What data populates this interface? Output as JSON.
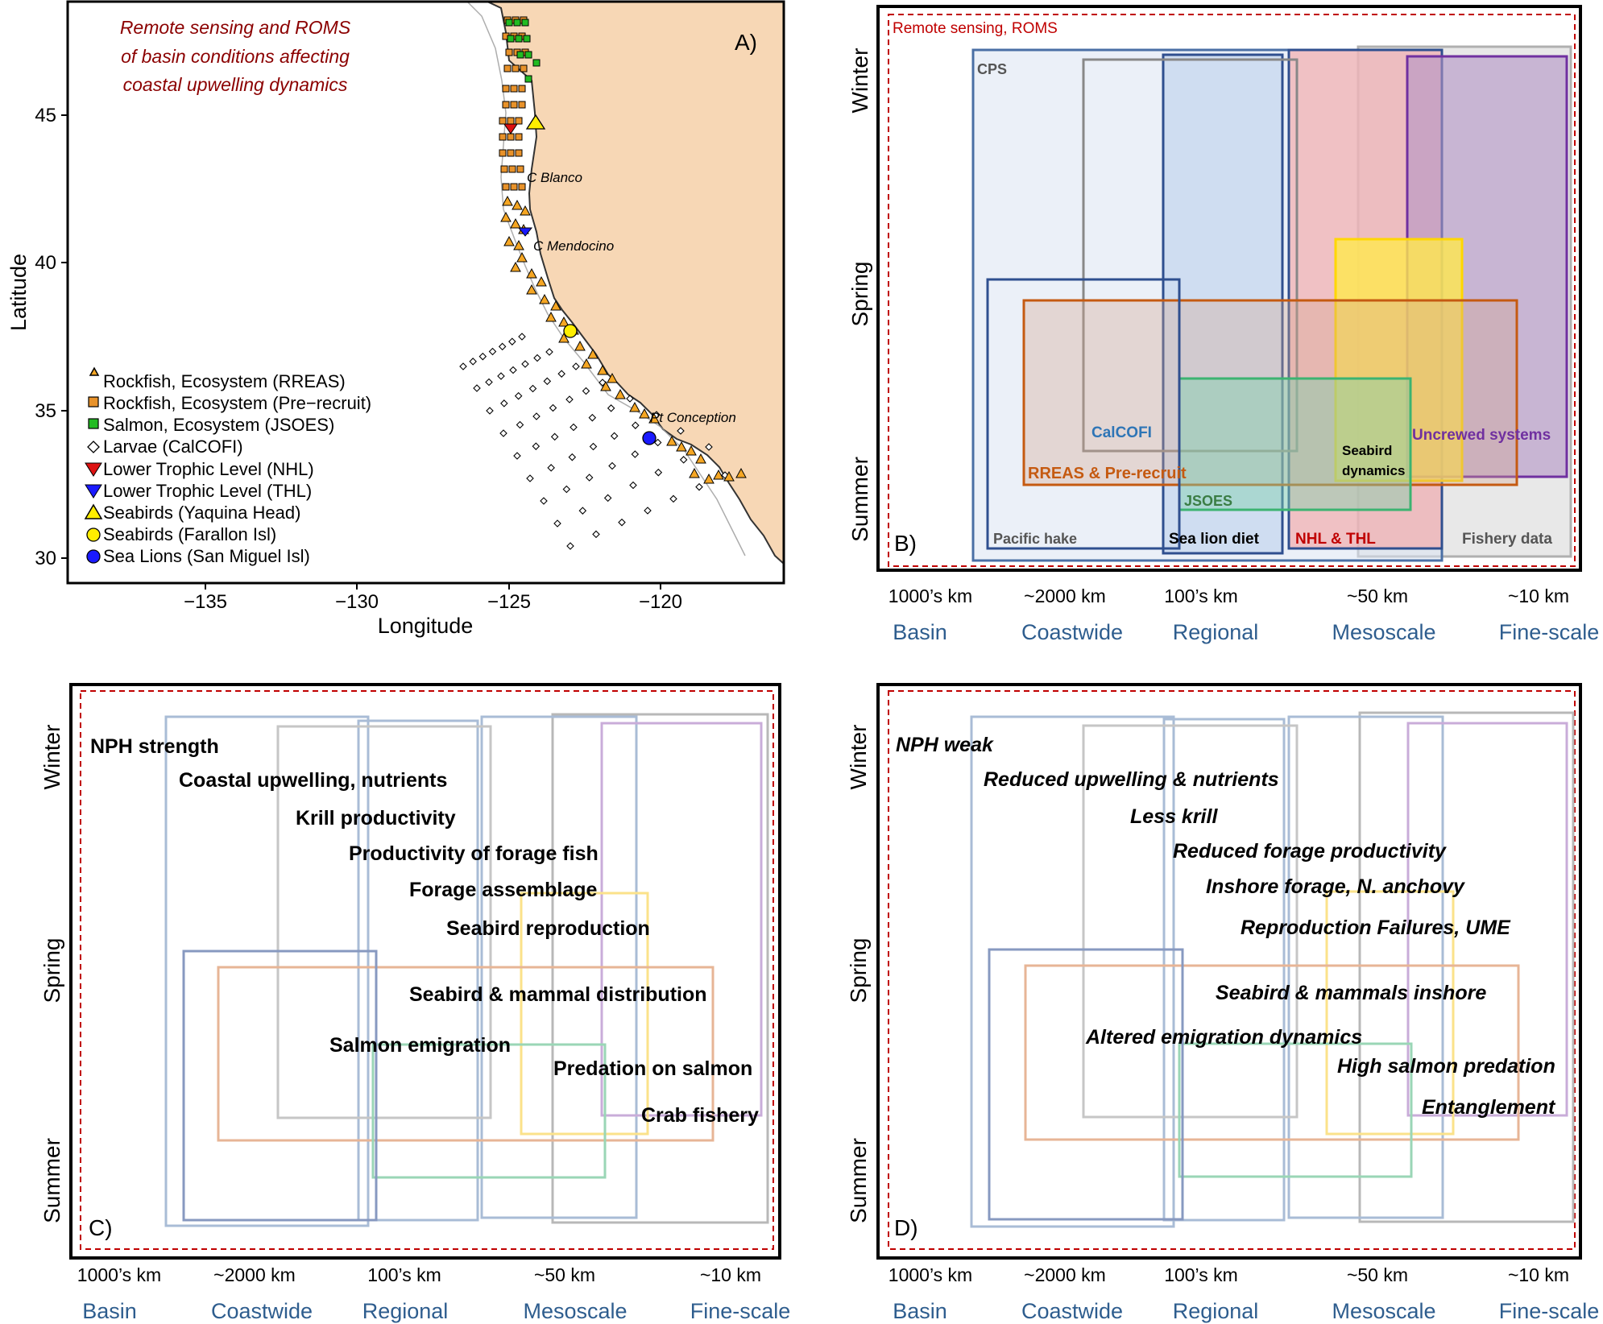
{
  "panel_a": {
    "label": "A)",
    "title_lines": [
      "Remote sensing and ROMS",
      "of basin conditions affecting",
      "coastal upwelling dynamics"
    ],
    "x_axis_label": "Longitude",
    "y_axis_label": "Latitude",
    "x_ticks": [
      "−135",
      "−130",
      "−125",
      "−120"
    ],
    "y_ticks": [
      "45",
      "40",
      "35",
      "30"
    ],
    "places": [
      "C Blanco",
      "C Mendocino",
      "Pt Conception"
    ],
    "legend": [
      {
        "label": "Rockfish, Ecosystem (RREAS)",
        "icon": "triangle-up-icon",
        "color": "#f5a623"
      },
      {
        "label": "Rockfish, Ecosystem (Pre−recruit)",
        "icon": "square-icon",
        "color": "#e8922a"
      },
      {
        "label": "Salmon, Ecosystem  (JSOES)",
        "icon": "square-icon",
        "color": "#22bb22"
      },
      {
        "label": "Larvae (CalCOFI)",
        "icon": "diamond-open-icon",
        "color": "#ffffff"
      },
      {
        "label": "Lower Trophic Level (NHL)",
        "icon": "triangle-down-icon",
        "color": "#dd1111"
      },
      {
        "label": "Lower Trophic Level (THL)",
        "icon": "triangle-down-icon",
        "color": "#1a1aff"
      },
      {
        "label": "Seabirds (Yaquina Head)",
        "icon": "triangle-up-icon",
        "color": "#ffee00"
      },
      {
        "label": "Seabirds (Farallon Isl)",
        "icon": "circle-icon",
        "color": "#ffee00"
      },
      {
        "label": "Sea Lions (San Miguel Isl)",
        "icon": "circle-icon",
        "color": "#1a1aff"
      }
    ],
    "colors": {
      "land": "#f7d7b5",
      "ocean": "#ffffff",
      "title": "#8b0000"
    }
  },
  "panel_b": {
    "label": "B)",
    "frame_label": "Remote sensing, ROMS",
    "programs": [
      "CPS",
      "CalCOFI",
      "Pacific hake",
      "RREAS & Pre-recruit",
      "JSOES",
      "Sea lion diet",
      "NHL & THL",
      "Seabird",
      "dynamics",
      "Uncrewed systems",
      "Fishery data"
    ]
  },
  "panel_c": {
    "label": "C)",
    "texts": [
      "NPH strength",
      "Coastal upwelling, nutrients",
      "Krill productivity",
      "Productivity of forage fish",
      "Forage assemblage",
      "Seabird reproduction",
      "Seabird & mammal distribution",
      "Salmon emigration",
      "Predation on salmon",
      "Crab fishery"
    ]
  },
  "panel_d": {
    "label": "D)",
    "texts": [
      "NPH weak",
      "Reduced upwelling & nutrients",
      "Less krill",
      "Reduced forage productivity",
      "Inshore forage, N. anchovy",
      "Reproduction Failures, UME",
      "Seabird & mammals inshore",
      "Altered emigration dynamics",
      "High salmon predation",
      "Entanglement"
    ]
  },
  "seasons": [
    "Winter",
    "Spring",
    "Summer"
  ],
  "scale_km": [
    "1000’s km",
    "~2000 km",
    "100’s km",
    "~50 km",
    "~10 km"
  ],
  "scale_names": [
    "Basin",
    "Coastwide",
    "Regional",
    "Mesoscale",
    "Fine-scale"
  ],
  "colors": {
    "scale_name": "#2e5d8e",
    "dash_frame": "#c00000"
  }
}
